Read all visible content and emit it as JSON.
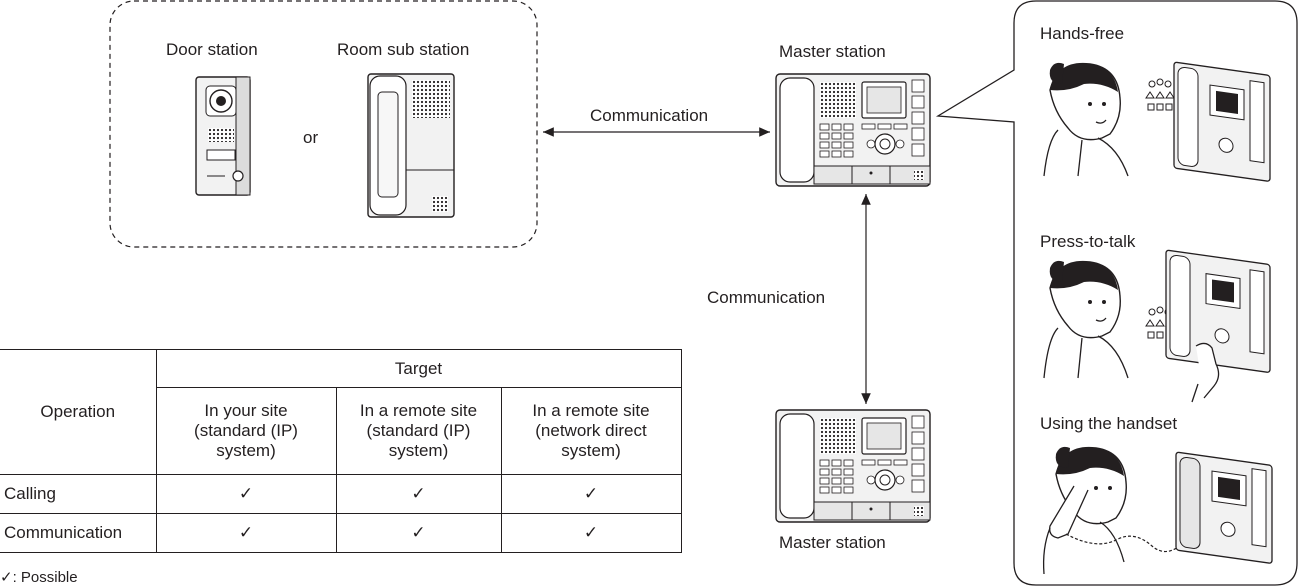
{
  "stations": {
    "door_station": "Door station",
    "room_sub_station": "Room sub station",
    "or_word": "or",
    "master_top": "Master station",
    "master_bottom": "Master station"
  },
  "links": {
    "horizontal": "Communication",
    "vertical": "Communication"
  },
  "modes": [
    {
      "label": "Hands-free"
    },
    {
      "label": "Press-to-talk"
    },
    {
      "label": "Using the handset"
    }
  ],
  "table": {
    "operation_header": "Operation",
    "target_header": "Target",
    "targets": [
      [
        "In your site",
        "(standard (IP)",
        "system)"
      ],
      [
        "In a remote site",
        "(standard (IP)",
        "system)"
      ],
      [
        "In a remote site",
        "(network direct",
        "system)"
      ]
    ],
    "rows": [
      {
        "label": "Calling",
        "marks": [
          "✓",
          "✓",
          "✓"
        ]
      },
      {
        "label": "Communication",
        "marks": [
          "✓",
          "✓",
          "✓"
        ]
      }
    ]
  },
  "legend": "✓: Possible",
  "colors": {
    "line": "#231f20",
    "device_fill": "#f2f2f2",
    "panel_fill": "#e6e6e6"
  }
}
